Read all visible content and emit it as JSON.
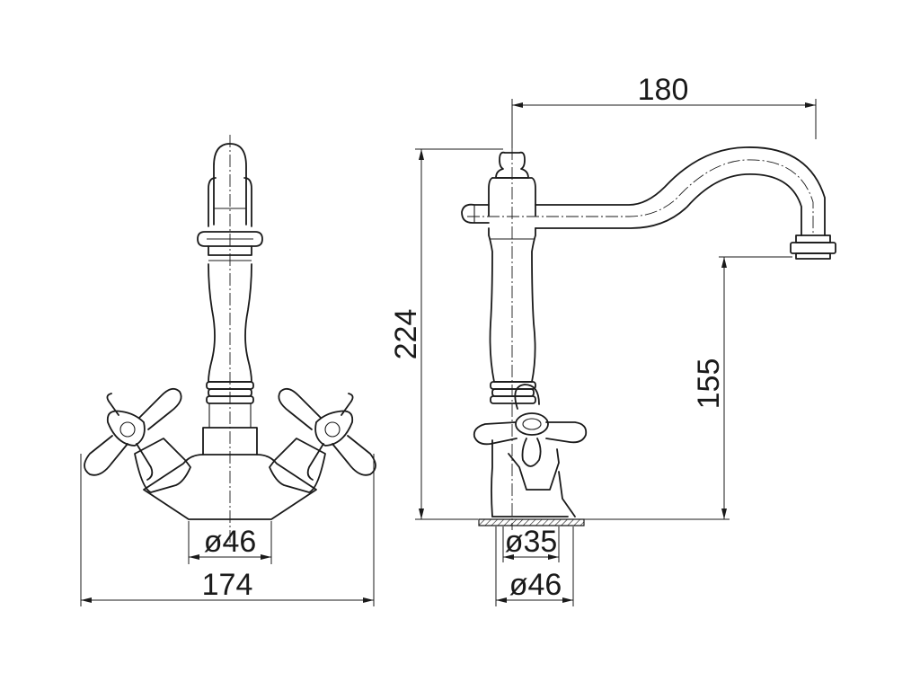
{
  "front_view": {
    "dim_base_diameter": "ø46",
    "dim_total_width": "174"
  },
  "side_view": {
    "dim_spout_reach": "180",
    "dim_total_height": "224",
    "dim_spout_height": "155",
    "dim_inner_diameter": "ø35",
    "dim_outer_diameter": "ø46"
  }
}
